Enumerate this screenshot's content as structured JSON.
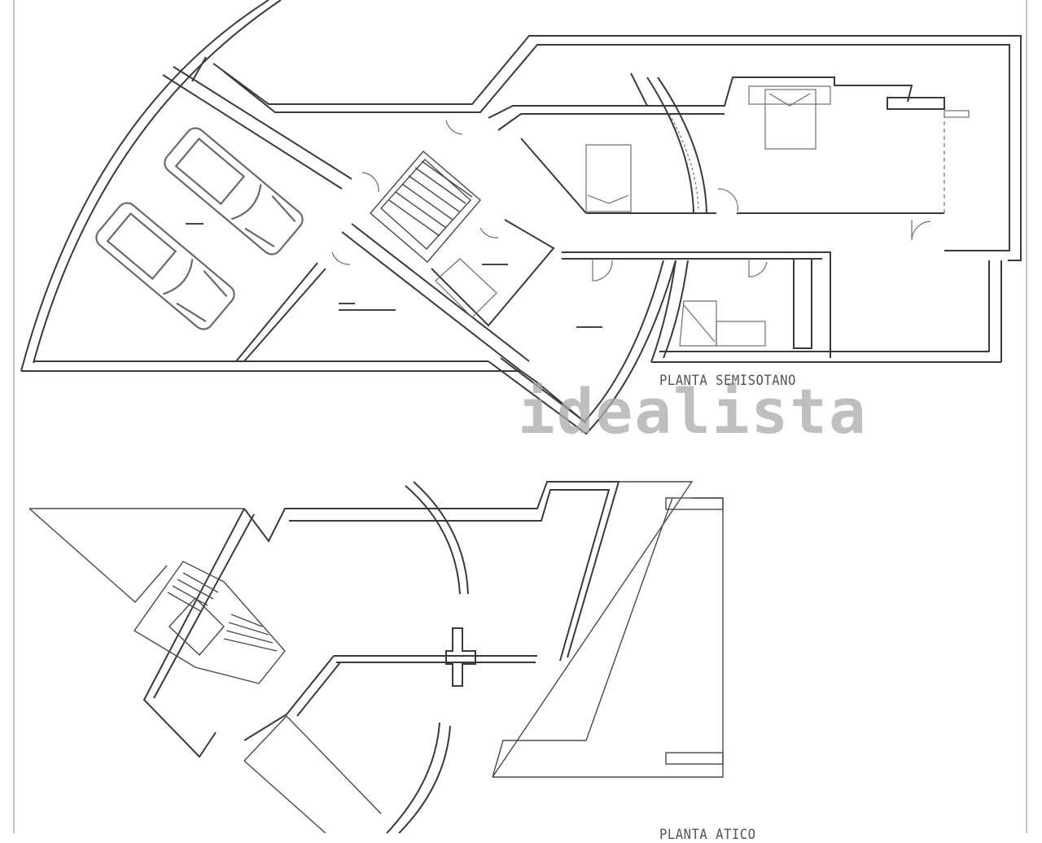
{
  "plans": [
    {
      "id": "semisotano",
      "title": "PLANTA SEMISOTANO",
      "rooms": [
        {
          "name": "garage",
          "label": "——"
        },
        {
          "name": "storage",
          "label": "——"
        },
        {
          "name": "bedroom-1",
          "label": "——"
        },
        {
          "name": "bedroom-2",
          "label": "——"
        },
        {
          "name": "living",
          "label": "——"
        },
        {
          "name": "bathroom",
          "label": "——"
        }
      ]
    },
    {
      "id": "atico",
      "title": "PLANTA ATICO"
    }
  ],
  "watermark": "idealista",
  "colors": {
    "wall": "#3a3a3a",
    "watermark": "#aaaaaa",
    "frame": "#c4c4c4"
  }
}
